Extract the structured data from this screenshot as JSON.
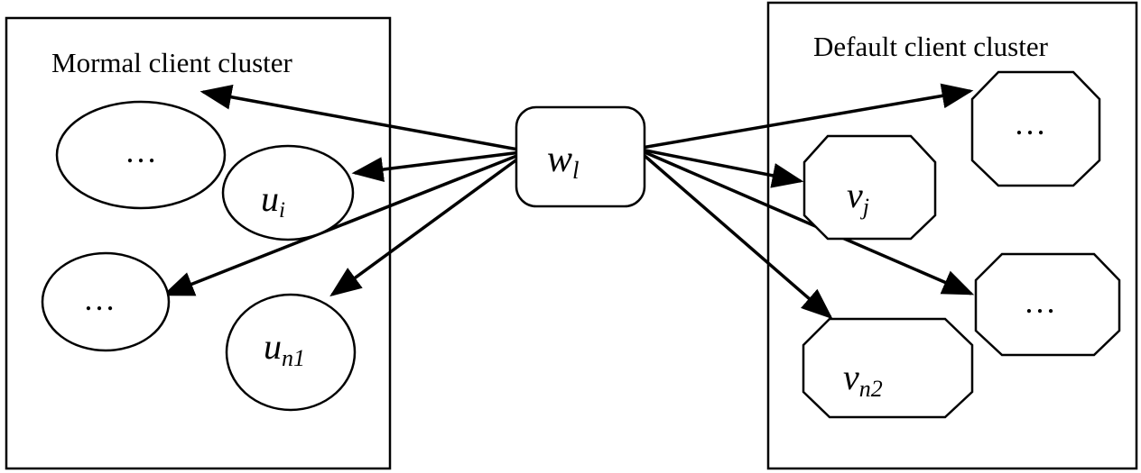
{
  "clusters": {
    "normal": {
      "title": "Mormal client cluster"
    },
    "default": {
      "title": "Default client cluster"
    }
  },
  "hub": {
    "symbol": "w",
    "subscript": "l"
  },
  "normal_nodes": [
    {
      "id": "normal-node-dots-top",
      "symbol": "…",
      "subscript": ""
    },
    {
      "id": "normal-node-ui",
      "symbol": "u",
      "subscript": "i"
    },
    {
      "id": "normal-node-dots-bottom",
      "symbol": "…",
      "subscript": ""
    },
    {
      "id": "normal-node-un1",
      "symbol": "u",
      "subscript": "n1"
    }
  ],
  "default_nodes": [
    {
      "id": "default-node-dots-top",
      "symbol": "…",
      "subscript": ""
    },
    {
      "id": "default-node-vj",
      "symbol": "v",
      "subscript": "j"
    },
    {
      "id": "default-node-dots-bottom",
      "symbol": "…",
      "subscript": ""
    },
    {
      "id": "default-node-vn2",
      "symbol": "v",
      "subscript": "n2"
    }
  ]
}
